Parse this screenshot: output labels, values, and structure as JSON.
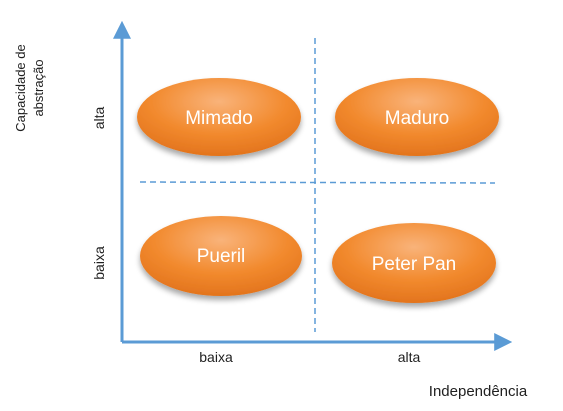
{
  "y_axis": {
    "title_line1": "Capacidade de",
    "title_line2": "abstração",
    "high_label": "alta",
    "low_label": "baixa"
  },
  "x_axis": {
    "title": "Independência",
    "low_label": "baixa",
    "high_label": "alta"
  },
  "quadrants": {
    "top_left": "Mimado",
    "top_right": "Maduro",
    "bottom_left": "Pueril",
    "bottom_right": "Peter Pan"
  },
  "colors": {
    "axis": "#5b9bd5",
    "divider": "#5b9bd5",
    "bubble_light": "#f9b37a",
    "bubble_mid": "#f28a2e",
    "bubble_dark": "#e0701a",
    "bubble_shadow": "#bdbdbd"
  }
}
